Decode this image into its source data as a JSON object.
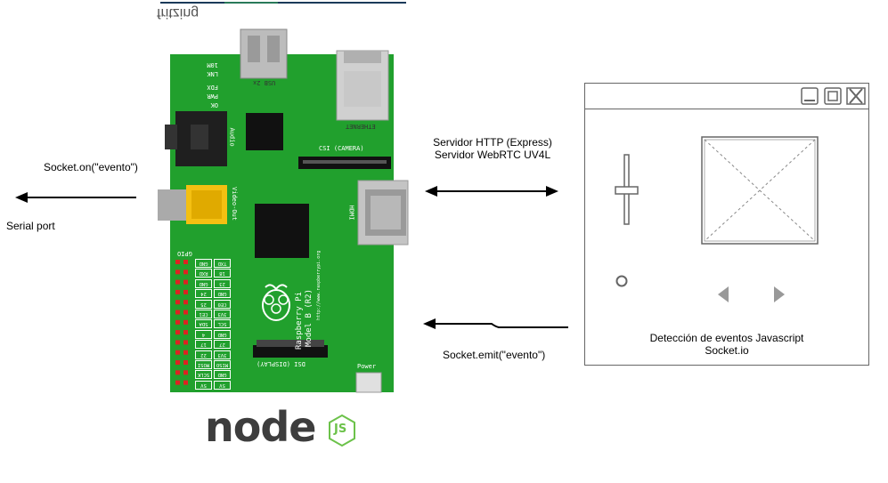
{
  "labels": {
    "socket_on": "Socket.on(\"evento\")",
    "serial_port": "Serial port",
    "server_line1": "Servidor HTTP (Express)",
    "server_line2": "Servidor WebRTC UV4L",
    "socket_emit": "Socket.emit(\"evento\")",
    "browser_line1": "Detección de eventos Javascript",
    "browser_line2": "Socket.io"
  },
  "board": {
    "fritzing": "fritzing",
    "leds": [
      "10M",
      "LNK",
      "FDX",
      "PWR",
      "OK"
    ],
    "usb": "USB 2x",
    "ethernet": "ETHERNET",
    "audio": "Audio",
    "csi": "CSI (CAMERA)",
    "video": "Video-Out",
    "hdmi": "HDMI",
    "gpio": "GPIO",
    "model_line1": "Raspberry Pi",
    "model_line2": "Model B (R2)",
    "website": "http://www.raspberrypi.org",
    "dsi": "DSI (DISPLAY)",
    "power": "Power",
    "gpio_labels": [
      "GND",
      "TXD",
      "RXD",
      "18",
      "GND",
      "23",
      "24",
      "GND",
      "25",
      "CE0",
      "CE1",
      "3V3",
      "SDA",
      "SCL",
      "4",
      "GND",
      "17",
      "27",
      "22",
      "3V3",
      "MOSI",
      "MISO",
      "SCLK",
      "GND",
      "5V",
      "5V"
    ]
  },
  "logo": {
    "text": "node",
    "badge": "JS"
  },
  "colors": {
    "board_green": "#21a02d",
    "node_dark": "#3d3d3d",
    "node_green": "#6cc24a"
  }
}
